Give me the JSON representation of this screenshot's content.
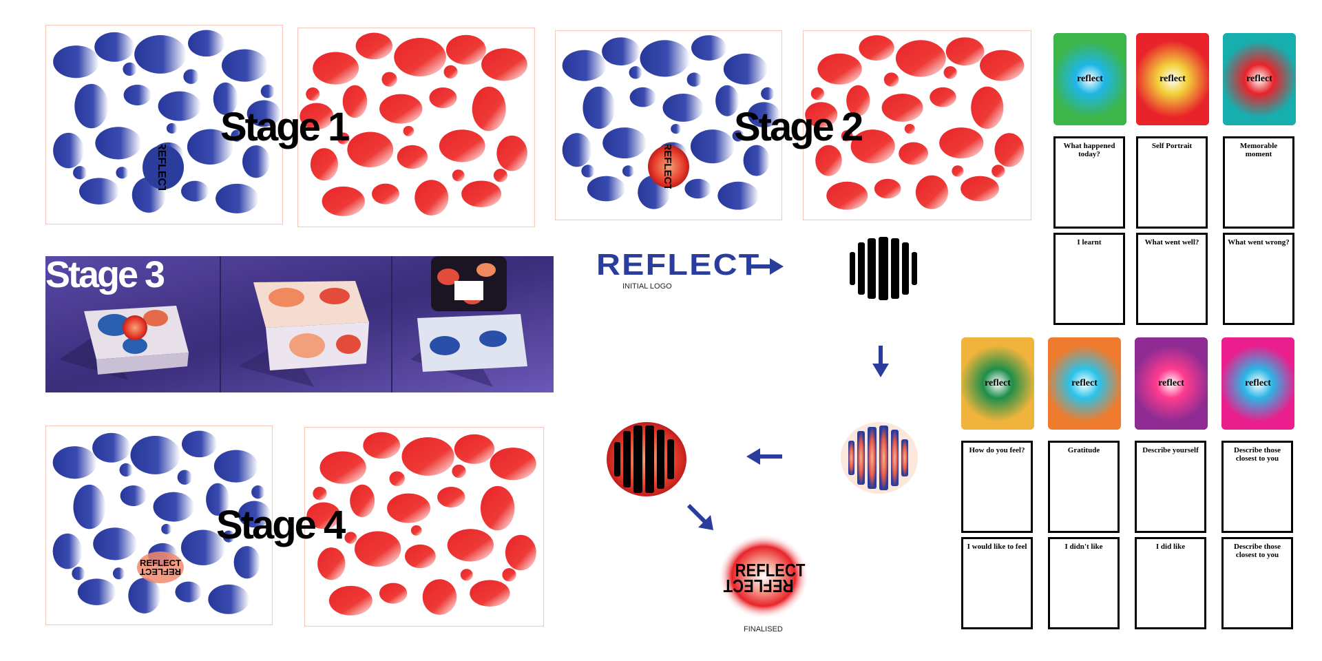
{
  "stages": {
    "stage1": "Stage 1",
    "stage2": "Stage 2",
    "stage3": "Stage 3",
    "stage4": "Stage 4"
  },
  "logo": {
    "initial": "REFLECT",
    "initial_caption": "INITIAL LOGO",
    "finalised_caption": "FINALISED",
    "wordmark": "REFLECT"
  },
  "cards_top": [
    {
      "label": "reflect",
      "bg": "#3cb54a",
      "glow": "#1fb6e8"
    },
    {
      "label": "reflect",
      "bg": "#e8242a",
      "glow": "#f2d23c"
    },
    {
      "label": "reflect",
      "bg": "#17aeae",
      "glow": "#e8242a"
    }
  ],
  "cards_bottom": [
    {
      "label": "reflect",
      "bg": "#f0b43c",
      "glow": "#1e8f4a"
    },
    {
      "label": "reflect",
      "bg": "#ee7b2e",
      "glow": "#2bc3ea"
    },
    {
      "label": "reflect",
      "bg": "#8e2c93",
      "glow": "#ff3b8e"
    },
    {
      "label": "reflect",
      "bg": "#ea1e8c",
      "glow": "#2bb6e6"
    }
  ],
  "prompts_top_row1": [
    "What happened today?",
    "Self Portrait",
    "Memorable moment"
  ],
  "prompts_top_row2": [
    "I learnt",
    "What went well?",
    "What went wrong?"
  ],
  "prompts_bottom_row1": [
    "How do you feel?",
    "Gratitude",
    "Describe yourself",
    "Describe those closest to you"
  ],
  "prompts_bottom_row2": [
    "I would like to feel",
    "I didn't like",
    "I did like",
    "Describe those closest to you"
  ],
  "colors": {
    "blue": "#2a3c9c",
    "red": "#e8242a",
    "purple": "#4b3a8c"
  }
}
